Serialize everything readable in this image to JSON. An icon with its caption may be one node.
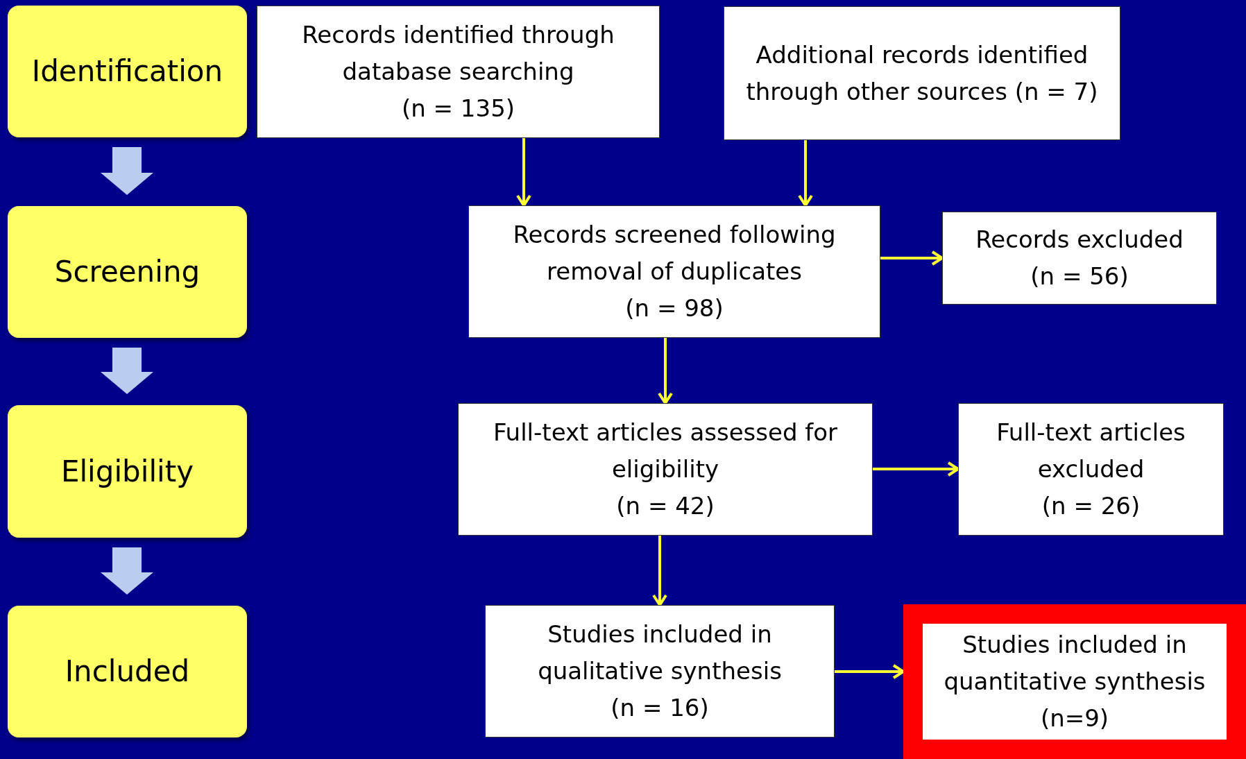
{
  "diagram": {
    "nodes": [
      {
        "text": [
          "Identification"
        ]
      },
      {
        "text": [
          "Records identified through database searching",
          "(n = 135)"
        ]
      },
      {
        "text": [
          "Additional records identified through other sources  (n = 7)"
        ]
      },
      {
        "text": [
          "Screening"
        ]
      },
      {
        "text": [
          "Records screened following removal of duplicates",
          "(n = 98)"
        ]
      },
      {
        "text": [
          "Records excluded",
          "(n = 56)"
        ]
      },
      {
        "text": [
          "Eligibility"
        ]
      },
      {
        "text": [
          "Full-text articles assessed for eligibility",
          "(n = 42)"
        ]
      },
      {
        "text": [
          "Full-text articles excluded",
          "(n = 26)"
        ]
      },
      {
        "text": [
          "Included"
        ]
      },
      {
        "text": [
          "Studies included in qualitative synthesis",
          "(n = 16)"
        ]
      },
      {
        "text": [
          "Studies included in quantitative synthesis",
          "(n=9)"
        ]
      }
    ],
    "edges": [
      {
        "from": 0,
        "to": 3,
        "arrow": "to",
        "style": "thick",
        "color": "#b8cdf0"
      },
      {
        "from": 3,
        "to": 6,
        "arrow": "to",
        "style": "thick",
        "color": "#b8cdf0"
      },
      {
        "from": 6,
        "to": 9,
        "arrow": "to",
        "style": "thick",
        "color": "#b8cdf0"
      },
      {
        "from": 1,
        "to": 4,
        "arrow": "to"
      },
      {
        "from": 2,
        "to": 4,
        "arrow": "to"
      },
      {
        "from": 4,
        "to": 5,
        "arrow": "to"
      },
      {
        "from": 4,
        "to": 7,
        "arrow": "to"
      },
      {
        "from": 7,
        "to": 8,
        "arrow": "to"
      },
      {
        "from": 7,
        "to": 10,
        "arrow": "to"
      },
      {
        "from": 10,
        "to": 11,
        "arrow": "to"
      }
    ]
  }
}
